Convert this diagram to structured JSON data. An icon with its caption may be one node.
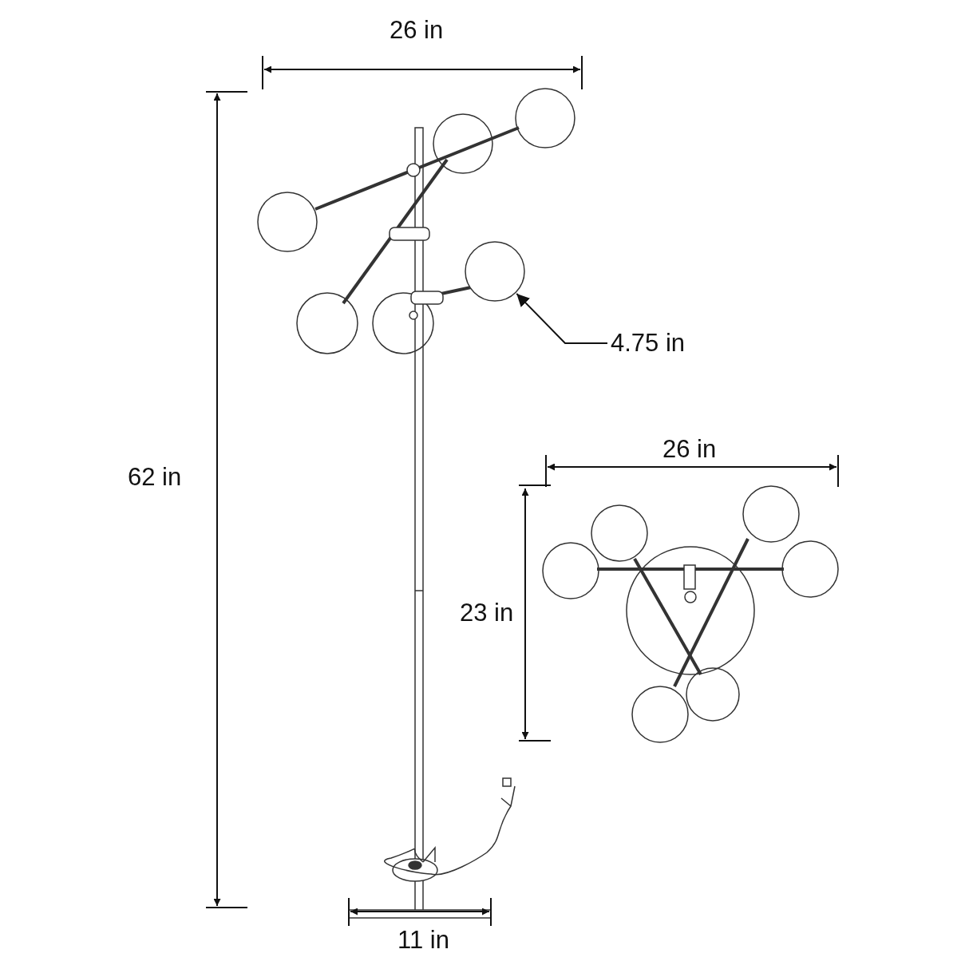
{
  "diagram": {
    "nodes": [
      {
        "text": [
          "4.75 in"
        ]
      },
      {
        "text": [],
        "shape": "circle"
      }
    ],
    "edges": [
      {
        "from": 0,
        "to": 1,
        "arrow": "to"
      }
    ],
    "labels": [
      "26 in",
      "26 in",
      "62 in",
      "23 in",
      "11 in"
    ]
  }
}
